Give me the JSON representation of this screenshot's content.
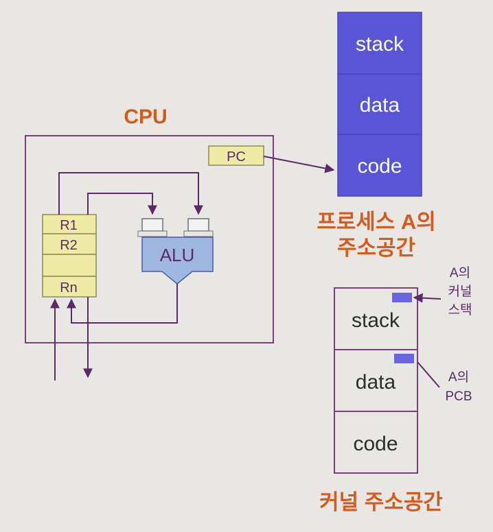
{
  "cpu": {
    "title": "CPU",
    "pc_label": "PC",
    "registers": [
      "R1",
      "R2",
      "",
      "Rn"
    ],
    "alu_label": "ALU"
  },
  "process_a": {
    "segments": [
      "stack",
      "data",
      "code"
    ],
    "caption_line1": "프로세스 A의",
    "caption_line2": "주소공간"
  },
  "kernel": {
    "segments": [
      "stack",
      "data",
      "code"
    ],
    "caption": "커널 주소공간",
    "kernel_stack_label": [
      "A의",
      "커널",
      "스택"
    ],
    "pcb_label": [
      "A의",
      "PCB"
    ]
  },
  "colors": {
    "background": "#e8e7e4",
    "cpu_border": "#7a3f7a",
    "accent_text": "#d45a1e",
    "process_fill": "#5a55d6",
    "register_fill": "#efeaa6",
    "register_border": "#8c8a55",
    "alu_fill": "#9fb6e0",
    "alu_border": "#4a5f9a",
    "label_purple": "#5a2a66",
    "marker_fill": "#6b64e2"
  }
}
